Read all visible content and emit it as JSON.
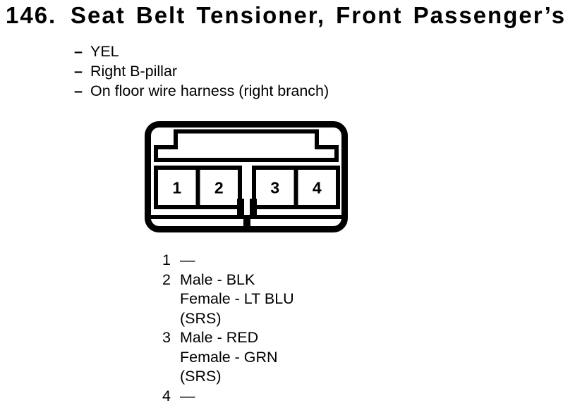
{
  "colors": {
    "ink": "#000000",
    "background": "#ffffff"
  },
  "header": {
    "number": "146.",
    "title": "Seat Belt Tensioner, Front Passenger’s"
  },
  "details": {
    "bullet": "–",
    "items": [
      "YEL",
      "Right B-pillar",
      "On floor wire harness (right branch)"
    ]
  },
  "connector": {
    "pins": [
      "1",
      "2",
      "3",
      "4"
    ]
  },
  "pin_list": [
    {
      "pin": "1",
      "lines": [
        "—"
      ]
    },
    {
      "pin": "2",
      "lines": [
        "Male - BLK",
        "Female - LT BLU",
        "(SRS)"
      ]
    },
    {
      "pin": "3",
      "lines": [
        "Male - RED",
        "Female - GRN",
        "(SRS)"
      ]
    },
    {
      "pin": "4",
      "lines": [
        "—"
      ]
    }
  ]
}
